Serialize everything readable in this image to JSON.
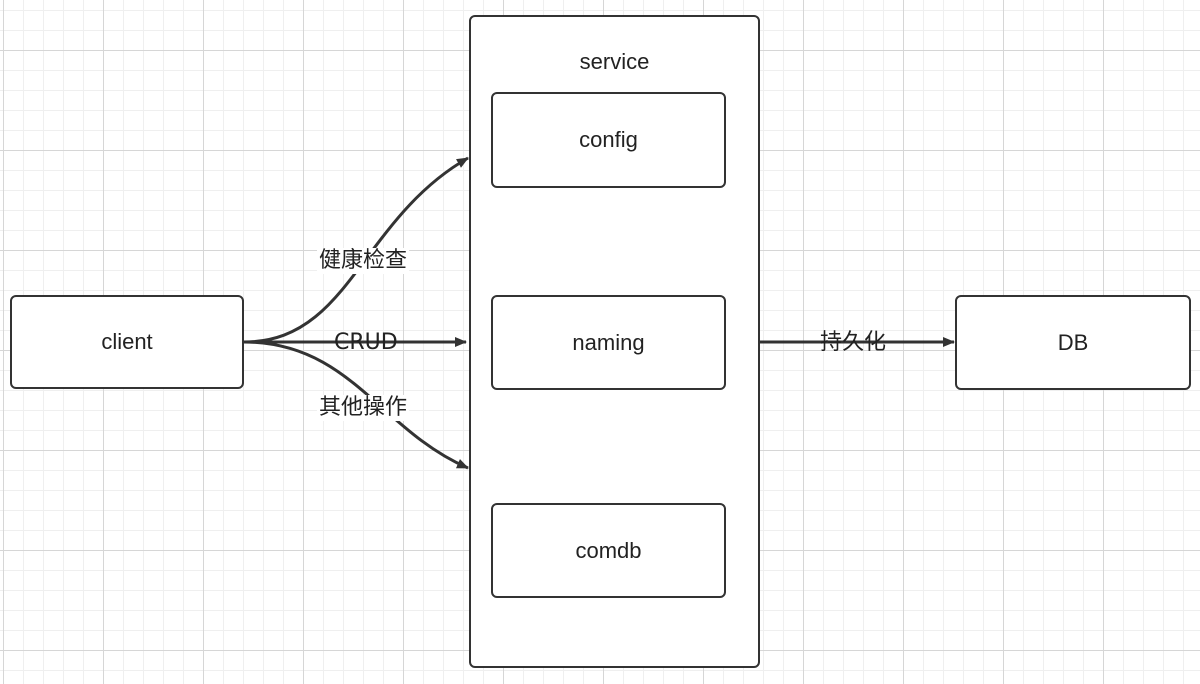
{
  "diagram": {
    "client": {
      "label": "client"
    },
    "service": {
      "title": "service",
      "modules": [
        {
          "label": "config"
        },
        {
          "label": "naming"
        },
        {
          "label": "comdb"
        }
      ]
    },
    "db": {
      "label": "DB"
    },
    "edges": {
      "health_check": "健康检查",
      "crud": "CRUD",
      "other_ops": "其他操作",
      "persist": "持久化"
    },
    "colors": {
      "stroke": "#333333",
      "grid_major": "#d6d6d6",
      "grid_minor": "#efefef"
    }
  }
}
